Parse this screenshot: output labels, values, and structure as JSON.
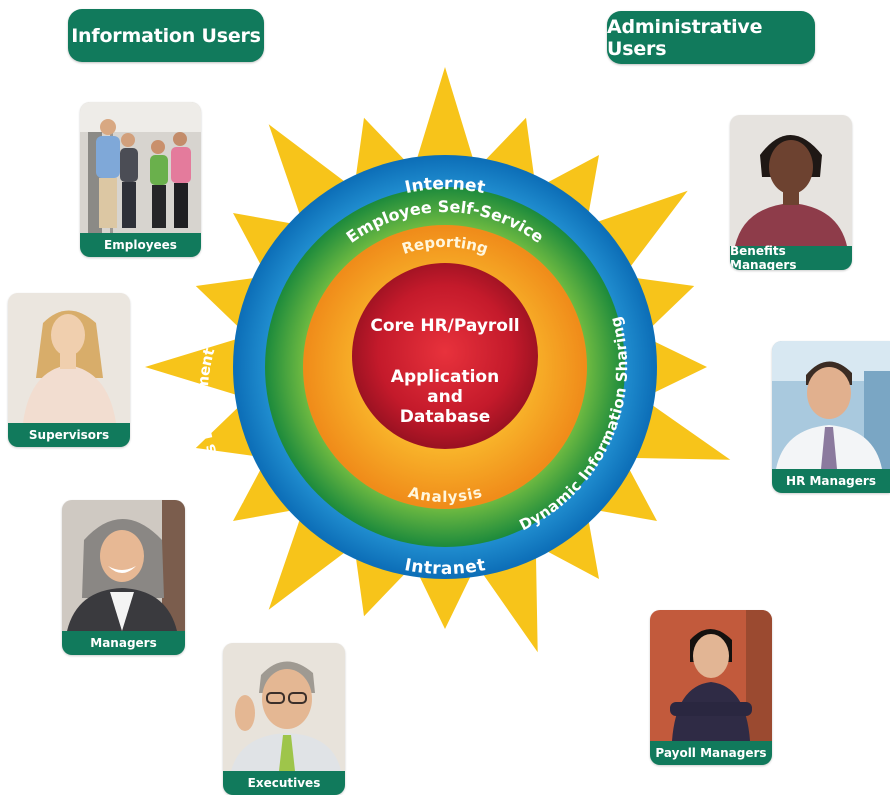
{
  "headers": {
    "information_users": "Information Users",
    "administrative_users": "Administrative Users"
  },
  "rings": {
    "outer_top": "Internet",
    "outer_bottom": "Intranet",
    "green_top": "Employee Self-Service",
    "green_left": "Benefits Enrollment",
    "green_right": "Dynamic Information Sharing",
    "orange_top": "Reporting",
    "orange_bottom": "Analysis"
  },
  "core": {
    "line1": "Core HR/Payroll",
    "line2": "Application",
    "line3": "and",
    "line4": "Database"
  },
  "cards": {
    "employees": "Employees",
    "supervisors": "Supervisors",
    "managers": "Managers",
    "executives": "Executives",
    "benefits_managers": "Benefits Managers",
    "hr_managers": "HR Managers",
    "payoll_managers": "Payoll Managers"
  },
  "colors": {
    "pill": "#117a5c",
    "sun": "#f7c41a",
    "blue_ring": "#1e8fd0",
    "green_ring": "#3e9f3a",
    "orange_ring": "#f39a1c",
    "core_red": "#c8182a"
  }
}
